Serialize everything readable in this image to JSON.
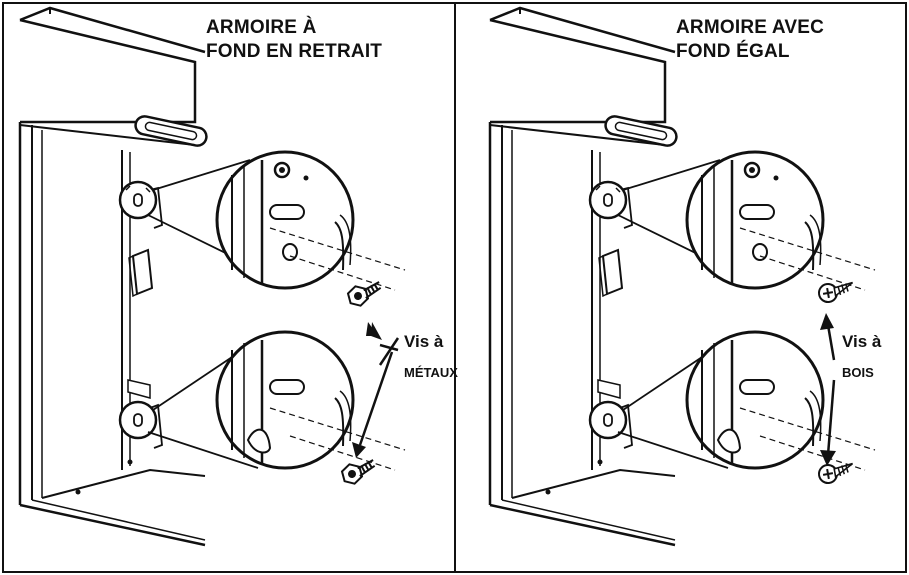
{
  "left_panel": {
    "title_line1": "ARMOIRE À",
    "title_line2": "FOND EN RETRAIT",
    "screw_label_line1": "Vis à",
    "screw_label_line2": "MÉTAUX"
  },
  "right_panel": {
    "title_line1": "ARMOIRE AVEC",
    "title_line2": "FOND ÉGAL",
    "screw_label_line1": "Vis à",
    "screw_label_line2": "BOIS"
  },
  "icons": [
    "machine-screw-icon",
    "wood-screw-icon"
  ]
}
